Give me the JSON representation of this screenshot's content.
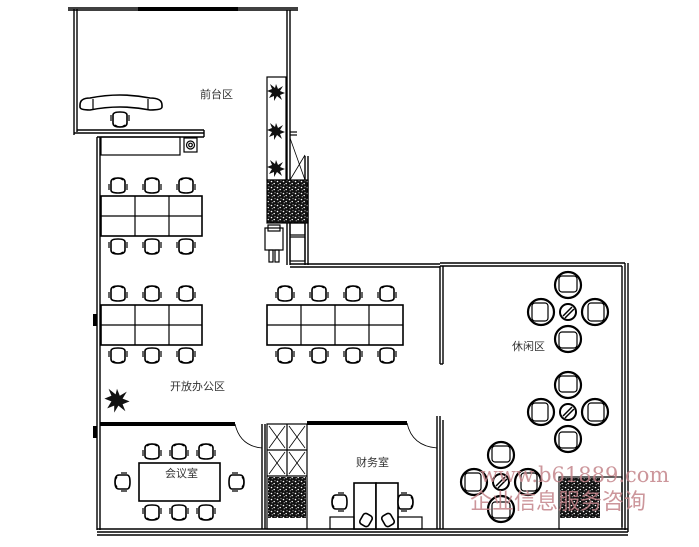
{
  "plan": {
    "rooms": [
      {
        "id": "reception",
        "label": "前台区"
      },
      {
        "id": "open-office",
        "label": "开放办公区"
      },
      {
        "id": "meeting-room",
        "label": "会议室"
      },
      {
        "id": "finance-room",
        "label": "财务室"
      },
      {
        "id": "lounge",
        "label": "休闲区"
      }
    ],
    "furniture": {
      "workstation_groups": [
        {
          "id": "ws-group-top-left",
          "desks": 6,
          "chairs": 6
        },
        {
          "id": "ws-group-mid-left",
          "desks": 6,
          "chairs": 6
        },
        {
          "id": "ws-group-mid-right",
          "desks": 8,
          "chairs": 8
        }
      ],
      "meeting_table_chairs": 8,
      "finance_desks": 2,
      "lounge_tables": 3,
      "lounge_chairs_per_table": 4
    }
  },
  "watermark": {
    "line1": "www.b61889.com",
    "line2": "企业信息服务咨询"
  },
  "colors": {
    "lines": "#000000",
    "background": "#ffffff",
    "watermark": "#c4848a"
  }
}
